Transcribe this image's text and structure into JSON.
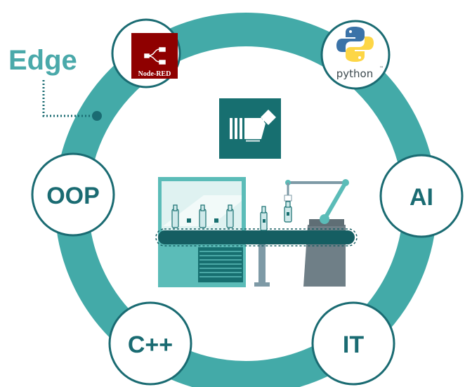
{
  "edge_label": "Edge",
  "nodes": {
    "node_red": "Node-RED",
    "python": "python",
    "python_tm": "™",
    "oop": "OOP",
    "ai": "AI",
    "cpp": "C++",
    "it": "IT"
  },
  "colors": {
    "ring": "#43aaa8",
    "node_border": "#1a6b72",
    "node_text": "#1a6b72",
    "node_red_bg": "#8f0000",
    "center_icon_bg": "#176f70",
    "python_blue": "#3b73a8",
    "python_yellow": "#fdd646"
  },
  "icons": {
    "center": "factory-automation-icon",
    "node_red": "node-red-logo",
    "python": "python-logo"
  }
}
